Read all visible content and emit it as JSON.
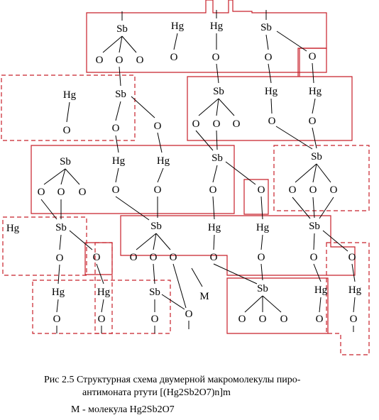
{
  "atoms": {
    "sb": "Sb",
    "hg": "Hg",
    "o": "O",
    "m": "M"
  },
  "caption": {
    "line1": "Рис 2.5 Структурная схема  двумерной макромолекулы  пиро-",
    "line2": "антимоната ртути    [(Hg2Sb2O7)n]m",
    "legend": "М - молекула Hg2Sb2O7"
  },
  "colors": {
    "frame": "#c8202a",
    "bond": "#000000"
  }
}
